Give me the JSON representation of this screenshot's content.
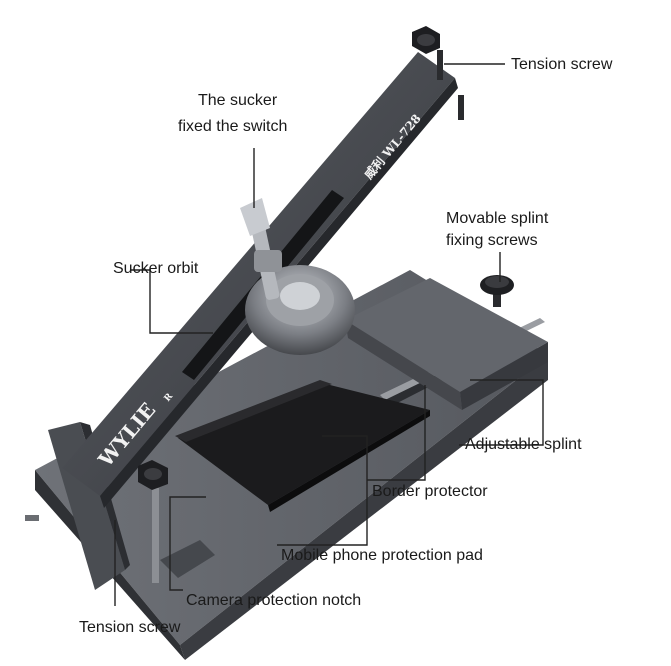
{
  "labels": {
    "tension_screw_top": "Tension screw",
    "sucker_line1": "The sucker",
    "sucker_line2": "fixed the switch",
    "movable_line1": "Movable splint",
    "movable_line2": "fixing screws",
    "sucker_orbit": "Sucker orbit",
    "adjustable_splint": "Adjustable splint",
    "border_protector": "Border protector",
    "mobile_pad": "Mobile phone protection pad",
    "camera_notch": "Camera protection notch",
    "tension_screw_bottom": "Tension screw"
  },
  "arm_marking": {
    "brand": "WYLIE",
    "registered": "R",
    "model": "威利 WL-728"
  },
  "colors": {
    "metal_dark": "#3d3f44",
    "metal_mid": "#55585e",
    "metal_light": "#8a8d93",
    "pad_black": "#1b1b1d",
    "leader_line": "#222222"
  }
}
